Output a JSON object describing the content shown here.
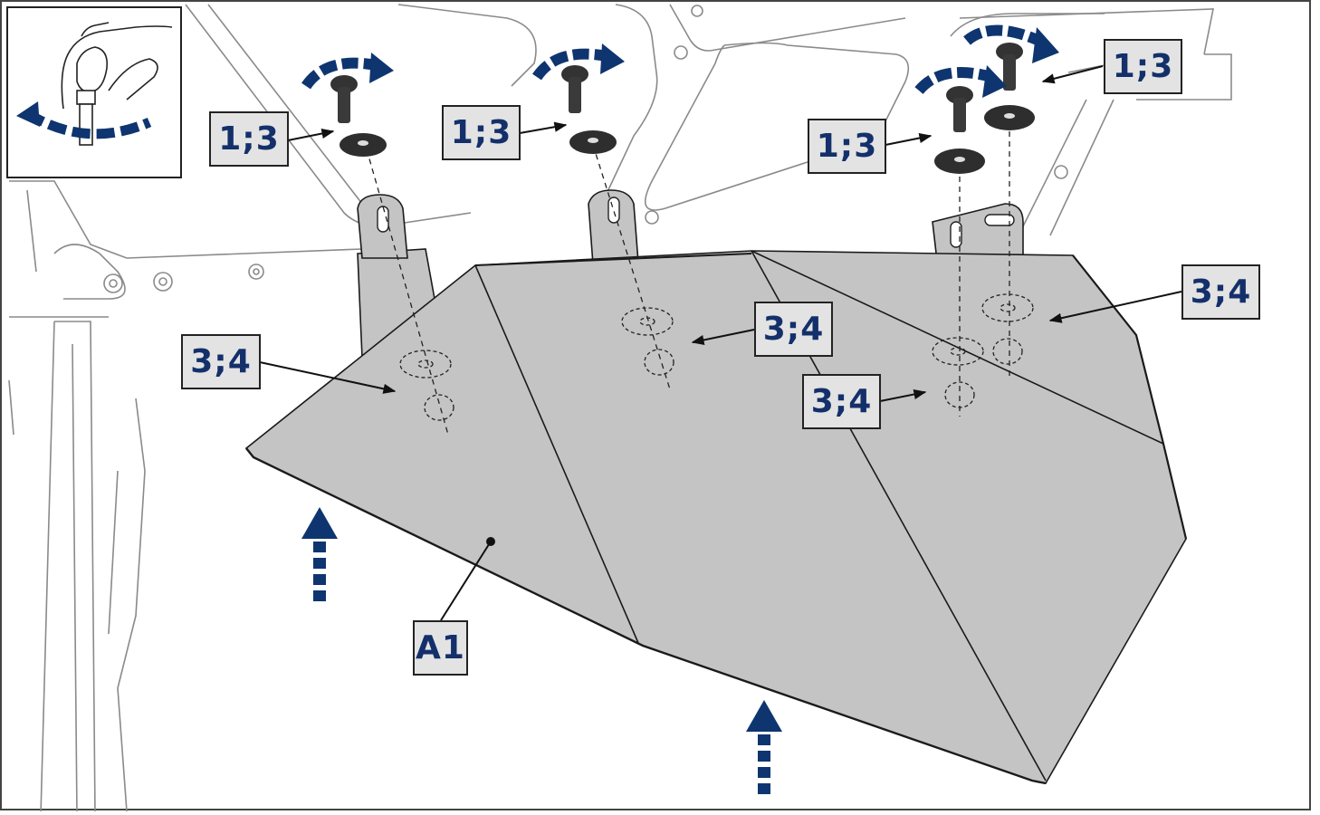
{
  "labels": {
    "fastener_1": "1;3",
    "fastener_2": "1;3",
    "fastener_3": "1;3",
    "fastener_4": "1;3",
    "nut_1": "3;4",
    "nut_2": "3;4",
    "nut_3": "3;4",
    "nut_4": "3;4",
    "part": "A1"
  },
  "colors": {
    "plate": "#c4c4c4",
    "arrow": "#0e3570",
    "callout_bg": "#e3e3e3",
    "line": "#1a1a1a",
    "frame": "#555555"
  },
  "icons": {
    "tighten": "rotate-clockwise-arrow-icon",
    "insert": "upward-dashed-arrow-icon",
    "hand": "hand-wrench-icon"
  }
}
